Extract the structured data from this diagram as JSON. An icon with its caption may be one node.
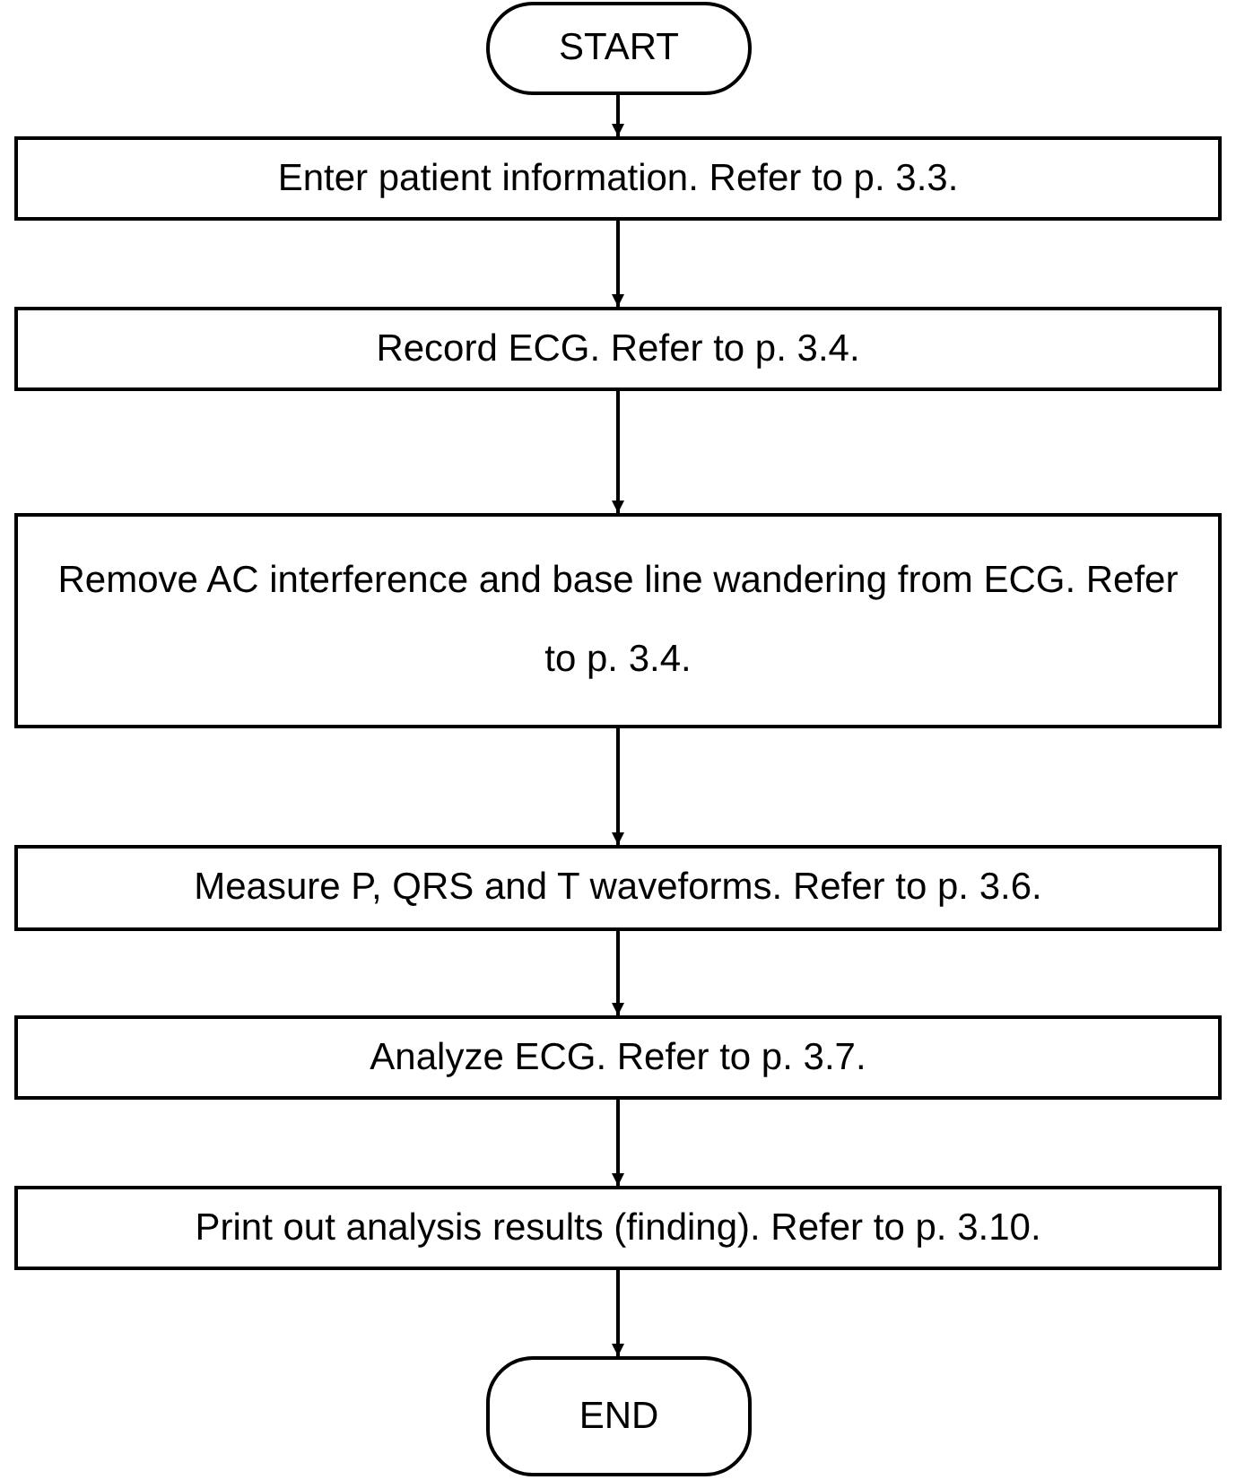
{
  "diagram": {
    "nodes": [
      {
        "text": [
          "START"
        ]
      },
      {
        "text": [
          "Enter patient information. Refer to p. 3.3."
        ]
      },
      {
        "text": [
          "Record ECG. Refer to p. 3.4."
        ]
      },
      {
        "text": [
          "Remove AC interference and base line wandering from ECG. Refer to p. 3.4."
        ]
      },
      {
        "text": [
          "Measure P, QRS and T waveforms. Refer to p. 3.6."
        ]
      },
      {
        "text": [
          "Analyze ECG. Refer to p. 3.7."
        ]
      },
      {
        "text": [
          "Print out analysis results (finding). Refer to p. 3.10."
        ]
      },
      {
        "text": [
          "END"
        ]
      }
    ],
    "edges": [
      {
        "from": 0,
        "to": 1,
        "arrow": "to"
      },
      {
        "from": 1,
        "to": 2,
        "arrow": "to"
      },
      {
        "from": 2,
        "to": 3,
        "arrow": "to"
      },
      {
        "from": 3,
        "to": 4,
        "arrow": "to"
      },
      {
        "from": 4,
        "to": 5,
        "arrow": "to"
      },
      {
        "from": 5,
        "to": 6,
        "arrow": "to"
      },
      {
        "from": 6,
        "to": 7,
        "arrow": "to"
      }
    ]
  }
}
